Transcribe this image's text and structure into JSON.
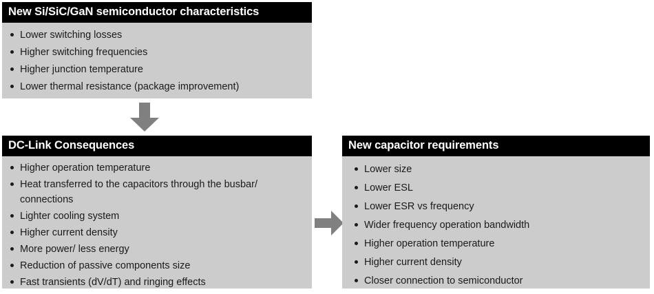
{
  "colors": {
    "header_bg": "#000000",
    "header_text": "#ffffff",
    "body_bg": "#cccccc",
    "body_text": "#1a1a1a",
    "arrow": "#808080",
    "page_bg": "#ffffff"
  },
  "panels": {
    "semiconductor": {
      "title": "New Si/SiC/GaN semiconductor characteristics",
      "bullets": [
        "Lower switching losses",
        "Higher switching frequencies",
        "Higher junction temperature",
        "Lower thermal resistance (package improvement)"
      ]
    },
    "dclink": {
      "title": "DC-Link Consequences",
      "bullets": [
        "Higher operation temperature",
        "Heat transferred to the capacitors through the busbar/ connections",
        "Lighter cooling system",
        "Higher current density",
        "More power/ less energy",
        "Reduction of passive components size",
        "Fast transients (dV/dT) and ringing effects"
      ]
    },
    "capacitor": {
      "title": "New capacitor requirements",
      "bullets": [
        "Lower size",
        "Lower ESL",
        "Lower ESR vs frequency",
        "Wider frequency operation bandwidth",
        "Higher operation temperature",
        "Higher current density",
        "Closer connection to semiconductor"
      ]
    }
  },
  "arrows": [
    {
      "name": "arrow-down-icon",
      "direction": "down"
    },
    {
      "name": "arrow-right-icon",
      "direction": "right"
    }
  ]
}
